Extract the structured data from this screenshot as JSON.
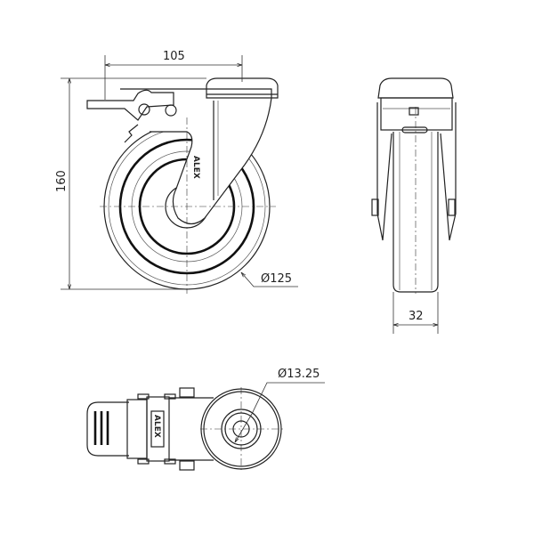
{
  "front_view": {
    "width_dim": "105",
    "height_dim": "160",
    "wheel_diameter": "Ø125",
    "logo": "ALEX"
  },
  "side_view": {
    "wheel_width_dim": "32"
  },
  "top_view": {
    "bore_diameter": "Ø13.25",
    "logo": "ALEX"
  }
}
